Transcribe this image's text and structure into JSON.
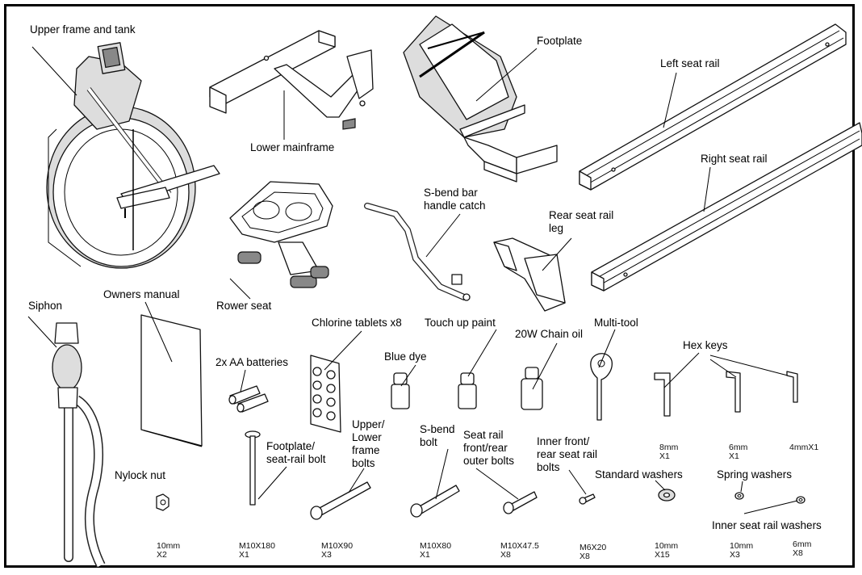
{
  "labels": {
    "upper_frame": "Upper frame and tank",
    "lower_mainframe": "Lower mainframe",
    "footplate": "Footplate",
    "left_seat_rail": "Left seat rail",
    "right_seat_rail": "Right seat rail",
    "rower_seat": "Rower seat",
    "s_bend_bar_1": "S-bend bar",
    "s_bend_bar_2": "handle catch",
    "rear_seat_rail_leg_1": "Rear seat rail",
    "rear_seat_rail_leg_2": "leg",
    "siphon": "Siphon",
    "owners_manual": "Owners manual",
    "chlorine_tablets": "Chlorine tablets x8",
    "touch_up_paint": "Touch up paint",
    "aa_batteries": "2x AA batteries",
    "blue_dye": "Blue dye",
    "chain_oil": "20W Chain oil",
    "multi_tool": "Multi-tool",
    "hex_keys": "Hex keys",
    "footplate_bolt_1": "Footplate/",
    "footplate_bolt_2": "seat-rail bolt",
    "frame_bolts_1": "Upper/",
    "frame_bolts_2": "Lower",
    "frame_bolts_3": "frame",
    "frame_bolts_4": "bolts",
    "s_bend_bolt_1": "S-bend",
    "s_bend_bolt_2": "bolt",
    "outer_bolts_1": "Seat rail",
    "outer_bolts_2": "front/rear",
    "outer_bolts_3": "outer bolts",
    "inner_bolts_1": "Inner front/",
    "inner_bolts_2": "rear seat rail",
    "inner_bolts_3": "bolts",
    "standard_washers": "Standard washers",
    "spring_washers": "Spring washers",
    "nylock_nut": "Nylock nut",
    "inner_seat_rail_washers": "Inner seat rail washers"
  },
  "specs": {
    "nut_size": "10mm",
    "nut_qty": "X2",
    "fp_bolt_size": "M10X180",
    "fp_bolt_qty": "X1",
    "frame_bolt_size": "M10X90",
    "frame_bolt_qty": "X3",
    "sbend_bolt_size": "M10X80",
    "sbend_bolt_qty": "X1",
    "outer_bolt_size": "M10X47.5",
    "outer_bolt_qty": "X8",
    "inner_bolt_size": "M6X20",
    "inner_bolt_qty": "X8",
    "std_washer_size": "10mm",
    "std_washer_qty": "X15",
    "spring_washer_size": "10mm",
    "spring_washer_qty": "X3",
    "inner_washer_size": "6mm",
    "inner_washer_qty": "X8",
    "hex_8_size": "8mm",
    "hex_8_qty": "X1",
    "hex_6_size": "6mm",
    "hex_6_qty": "X1",
    "hex_4_size": "4mmX1"
  }
}
